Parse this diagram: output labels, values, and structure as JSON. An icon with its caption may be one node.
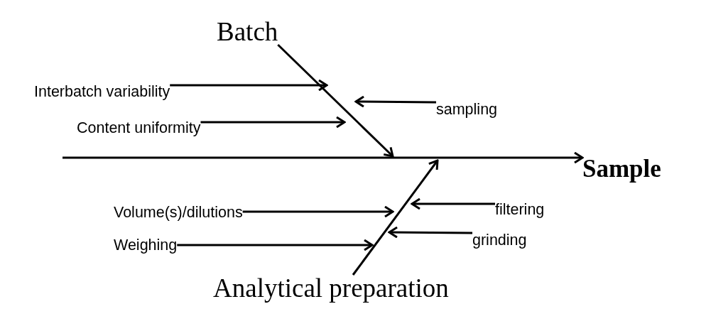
{
  "diagram": {
    "nodes": [
      {
        "text": [
          "Batch"
        ]
      },
      {
        "text": [
          "Interbatch variability"
        ]
      },
      {
        "text": [
          "sampling"
        ]
      },
      {
        "text": [
          "Content uniformity"
        ]
      },
      {
        "text": [
          "Sample"
        ]
      },
      {
        "text": [
          "Volume(s)/dilutions"
        ]
      },
      {
        "text": [
          "filtering"
        ]
      },
      {
        "text": [
          "Weighing"
        ]
      },
      {
        "text": [
          "grinding"
        ]
      },
      {
        "text": [
          "Analytical preparation"
        ]
      }
    ],
    "edges": [
      {
        "from": null,
        "to": 4,
        "arrow": "to"
      },
      {
        "from": 0,
        "to": null,
        "arrow": "to"
      },
      {
        "from": 1,
        "to": null,
        "arrow": "to"
      },
      {
        "from": 2,
        "to": null,
        "arrow": "to"
      },
      {
        "from": 3,
        "to": null,
        "arrow": "to"
      },
      {
        "from": 9,
        "to": null,
        "arrow": "to"
      },
      {
        "from": 5,
        "to": null,
        "arrow": "to"
      },
      {
        "from": 6,
        "to": null,
        "arrow": "to"
      },
      {
        "from": 7,
        "to": null,
        "arrow": "to"
      },
      {
        "from": 8,
        "to": null,
        "arrow": "to"
      }
    ]
  }
}
